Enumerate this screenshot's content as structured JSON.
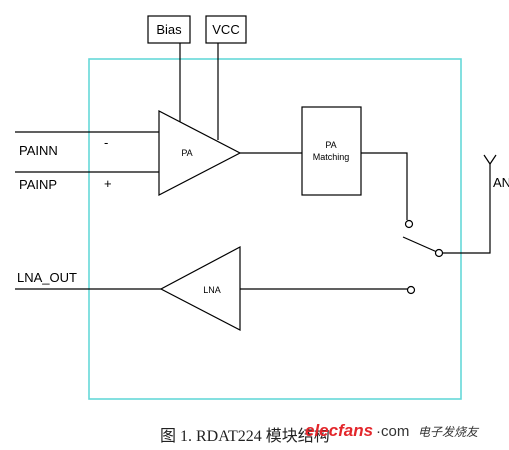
{
  "diagram": {
    "inputs": {
      "bias": "Bias",
      "vcc": "VCC"
    },
    "pins": {
      "painn": "PAINN",
      "painp": "PAINP",
      "lna_out": "LNA_OUT",
      "antenna": "ANT"
    },
    "signs": {
      "minus": "-",
      "plus": "+"
    },
    "blocks": {
      "pa": "PA",
      "pa_matching_line1": "PA",
      "pa_matching_line2": "Matching",
      "lna": "LNA"
    },
    "colors": {
      "chip_outline": "#66d9d9",
      "watermark_red": "#e3262b"
    }
  },
  "caption": {
    "text": "图 1. RDAT224 模块结构"
  },
  "watermark": {
    "brand": "elecfans",
    "dotcom": "·com",
    "chinese": "电子发烧友"
  }
}
